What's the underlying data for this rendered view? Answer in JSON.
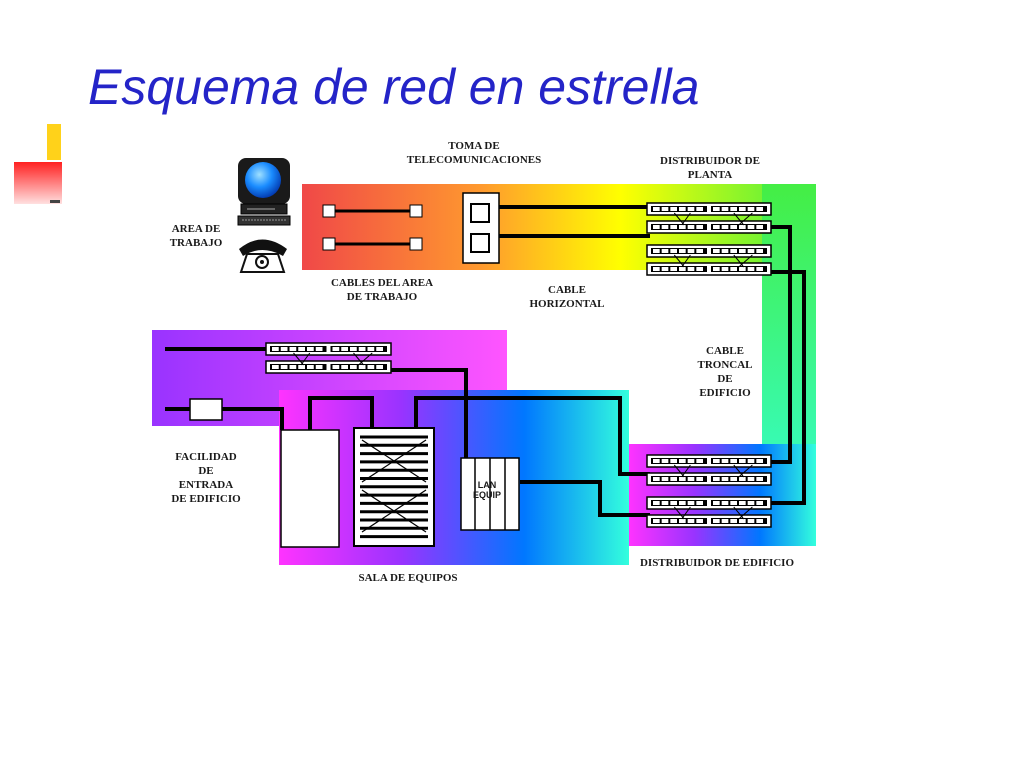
{
  "slide": {
    "title": "Esquema de red en estrella"
  },
  "labels": {
    "toma": "TOMA DE\nTELECOMUNICACIONES",
    "distribuidor_planta": "DISTRIBUIDOR DE\nPLANTA",
    "area_trabajo": "AREA DE\nTRABAJO",
    "cables_area": "CABLES DEL AREA\nDE TRABAJO",
    "cable_horizontal": "CABLE\nHORIZONTAL",
    "cable_troncal": "CABLE\nTRONCAL\nDE\nEDIFICIO",
    "facilidad_entrada": "FACILIDAD\nDE\nENTRADA\nDE EDIFICIO",
    "sala_equipos": "SALA DE EQUIPOS",
    "distribuidor_edificio": "DISTRIBUIDOR DE EDIFICIO",
    "lan_equip": "LAN\nEQUIP"
  },
  "icons": [
    "computer-icon",
    "telephone-icon"
  ],
  "colors": {
    "title": "#2424c8",
    "cable": "#000000",
    "rainbow": [
      "#f04848",
      "#ff9a2e",
      "#ffff00",
      "#44ee44",
      "#33ffdd",
      "#0077ff",
      "#ff33ff",
      "#9933ff"
    ]
  }
}
